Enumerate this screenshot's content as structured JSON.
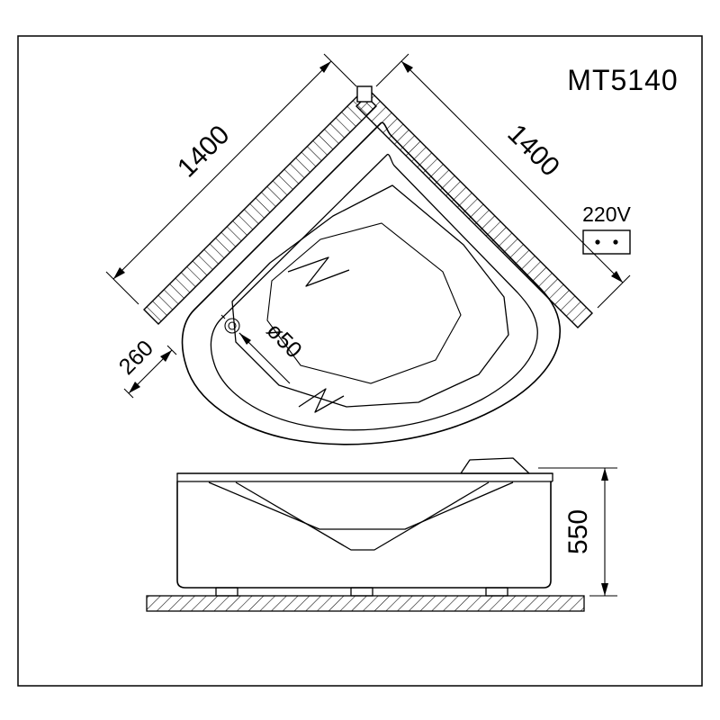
{
  "drawing": {
    "title": "MT5140",
    "dimensions": {
      "side_left": "1400",
      "side_right": "1400",
      "deck_offset": "260",
      "drain_diameter": "ø50",
      "height": "550"
    },
    "power": {
      "label": "220V"
    }
  }
}
